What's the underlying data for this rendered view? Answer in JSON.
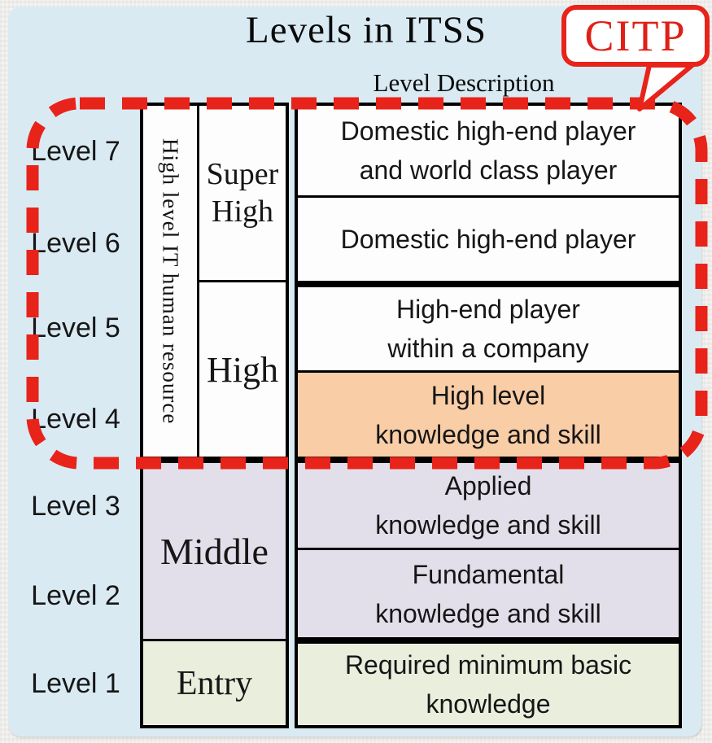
{
  "title": "Levels in ITSS",
  "callout": {
    "label": "CITP"
  },
  "header": {
    "description_column": "Level Description"
  },
  "level_labels": [
    "Level 7",
    "Level 6",
    "Level 5",
    "Level 4",
    "Level 3",
    "Level 2",
    "Level 1"
  ],
  "vertical_note": "High level IT human resource",
  "tiers": {
    "super_high": "Super\nHigh",
    "high": "High",
    "middle": "Middle",
    "entry": "Entry"
  },
  "descriptions": {
    "level7": "Domestic high-end player\nand world class player",
    "level6": "Domestic high-end player",
    "level5": "High-end player\nwithin a company",
    "level4": "High level\nknowledge and skill",
    "level3": "Applied\nknowledge and skill",
    "level2": "Fundamental\nknowledge and skill",
    "level1": "Required minimum basic\nknowledge"
  },
  "colors": {
    "panel_bg": "#d9eaf3",
    "frame_bg": "#edece9",
    "accent_red": "#e8231a",
    "white_cell": "#fdfdfd",
    "orange_cell": "#f9cda6",
    "lavender_cell": "#e3dfea",
    "green_cell": "#eaeedd",
    "border": "#000000"
  }
}
